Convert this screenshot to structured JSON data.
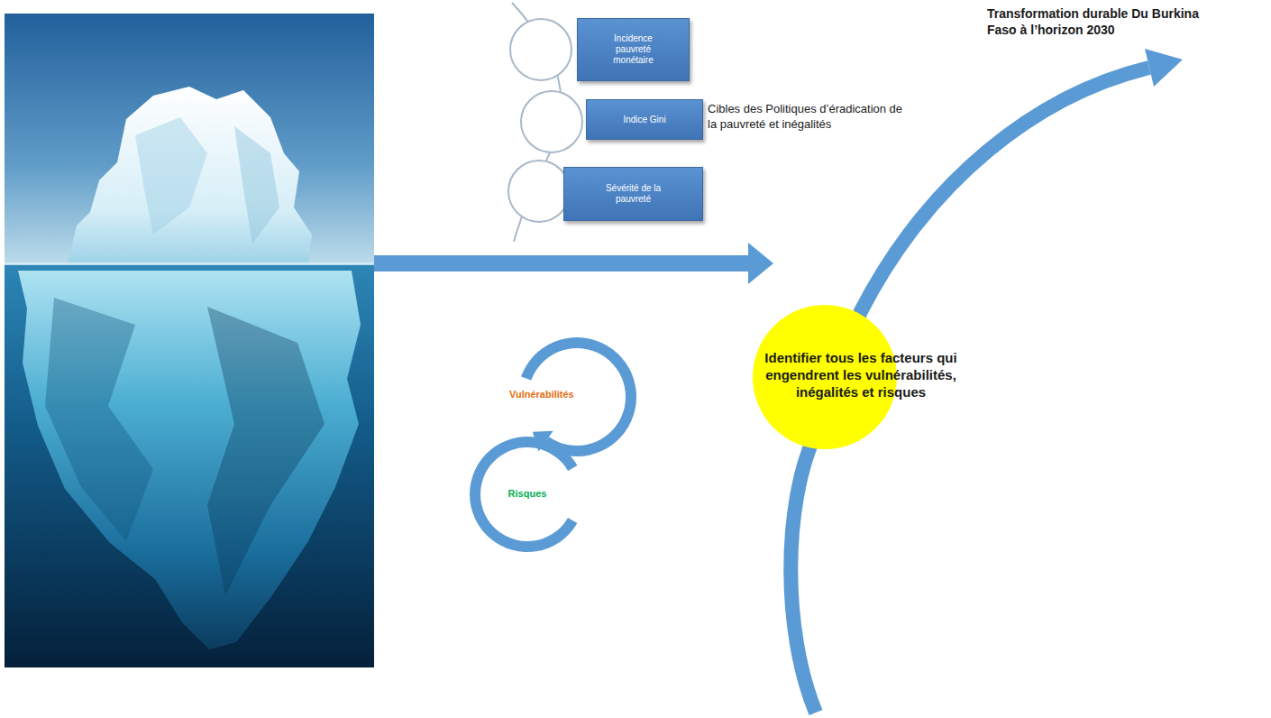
{
  "diagram": {
    "nodes": [
      {
        "text": [
          "Incidence pauvreté monétaire"
        ]
      },
      {
        "text": [
          "Indice Gini"
        ]
      },
      {
        "text": [
          "Sévérité de la pauvreté"
        ]
      },
      {
        "text": [
          "Vulnérabilités"
        ]
      },
      {
        "text": [
          "Risques"
        ]
      },
      {
        "text": [
          "Identifier tous les facteurs qui engendrent les vulnérabilités, inégalités et risques"
        ]
      }
    ],
    "labels": [
      "Cibles des Politiques d’éradication de la pauvreté et inégalités",
      "Transformation durable Du Burkina Faso à l’horizon 2030"
    ]
  }
}
